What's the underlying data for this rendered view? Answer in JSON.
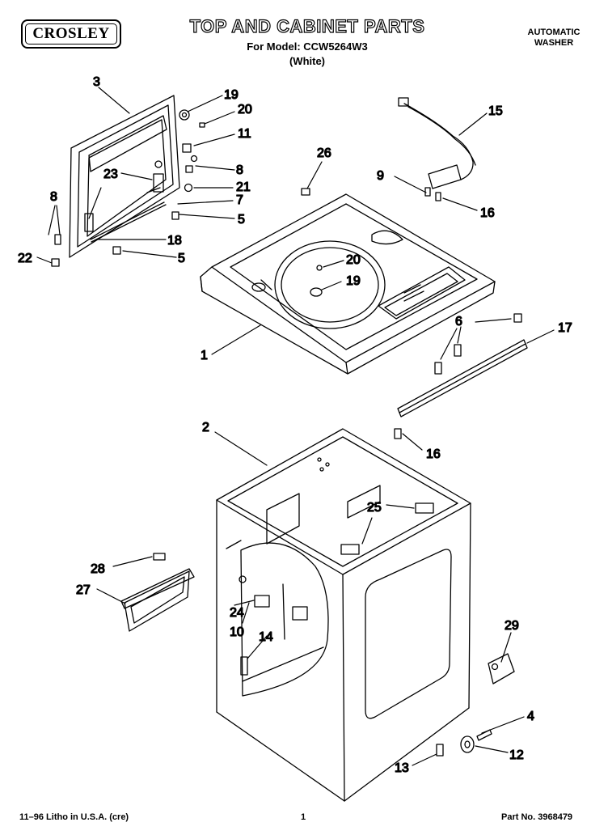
{
  "header": {
    "brand": "CROSLEY",
    "title": "TOP AND CABINET PARTS",
    "model_line": "For Model: CCW5264W3",
    "color_line": "(White)",
    "product_type_line1": "AUTOMATIC",
    "product_type_line2": "WASHER"
  },
  "footer": {
    "print_info": "11–96 Litho in U.S.A. (cre)",
    "page_number": "1",
    "part_number": "Part No. 3968479"
  },
  "callouts": {
    "c1": "1",
    "c2": "2",
    "c3": "3",
    "c4": "4",
    "c5a": "5",
    "c5b": "5",
    "c6": "6",
    "c7": "7",
    "c8a": "8",
    "c8b": "8",
    "c9": "9",
    "c10": "10",
    "c11": "11",
    "c12": "12",
    "c13": "13",
    "c14": "14",
    "c15": "15",
    "c16a": "16",
    "c16b": "16",
    "c17": "17",
    "c18": "18",
    "c19a": "19",
    "c19b": "19",
    "c20a": "20",
    "c20b": "20",
    "c21": "21",
    "c22": "22",
    "c23": "23",
    "c24": "24",
    "c25": "25",
    "c26": "26",
    "c27": "27",
    "c28": "28",
    "c29": "29"
  }
}
